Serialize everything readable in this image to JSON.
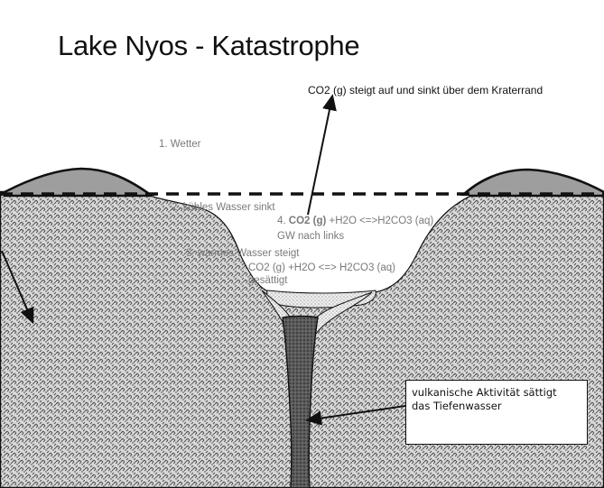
{
  "title": "Lake Nyos - Katastrophe",
  "labels": {
    "top_note": "CO2 (g) steigt auf und sinkt über dem Kraterrand",
    "weather": "1. Wetter",
    "cool_water": "2. kühles Wasser sinkt",
    "warm_water": "3. warmes Wasser steigt",
    "warm_eq": "CO2 (g) +H2O <=> H2CO3 (aq)",
    "warm_state": "gesättigt",
    "step4_num": "4.",
    "step4_co2": "CO2 (g)",
    "step4_eq": "+H2O <=>H2CO3 (aq)",
    "step4_shift": "GW nach links"
  },
  "box": {
    "line1": "vulkanische Aktivität sättigt",
    "line2": "das Tiefenwasser"
  },
  "colors": {
    "ground_fill": "#cfcfcf",
    "outline": "#111111",
    "label_grey": "#7a7a7a",
    "lake_sediment": "#e6e6e6",
    "conduit": "#555555"
  }
}
